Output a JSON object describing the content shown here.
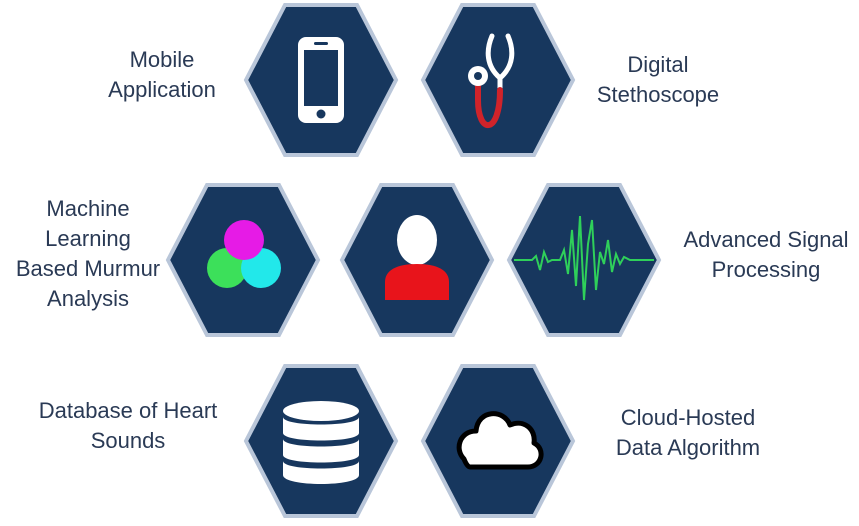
{
  "colors": {
    "hex_fill": "#17375e",
    "hex_stroke": "#b9c6d9",
    "icon_white": "#ffffff",
    "stethoscope_red": "#d0232a",
    "person_red": "#e8141b",
    "wave_green": "#2fd05a",
    "circle_magenta": "#e61be6",
    "circle_green": "#3ce05a",
    "circle_cyan": "#22e8ea",
    "label_text": "#2a3a55"
  },
  "labels": {
    "mobile": [
      "Mobile",
      "Application"
    ],
    "stethoscope": [
      "Digital",
      "Stethoscope"
    ],
    "ml": [
      "Machine",
      "Learning",
      "Based Murmur",
      "Analysis"
    ],
    "signal": [
      "Advanced Signal",
      "Processing"
    ],
    "database": [
      "Database of Heart",
      "Sounds"
    ],
    "cloud": [
      "Cloud-Hosted",
      "Data Algorithm"
    ]
  },
  "icons": {
    "mobile": "mobile-phone-icon",
    "stethoscope": "stethoscope-icon",
    "ml": "venn-circles-icon",
    "user": "person-icon",
    "signal": "waveform-icon",
    "database": "database-icon",
    "cloud": "cloud-icon"
  }
}
